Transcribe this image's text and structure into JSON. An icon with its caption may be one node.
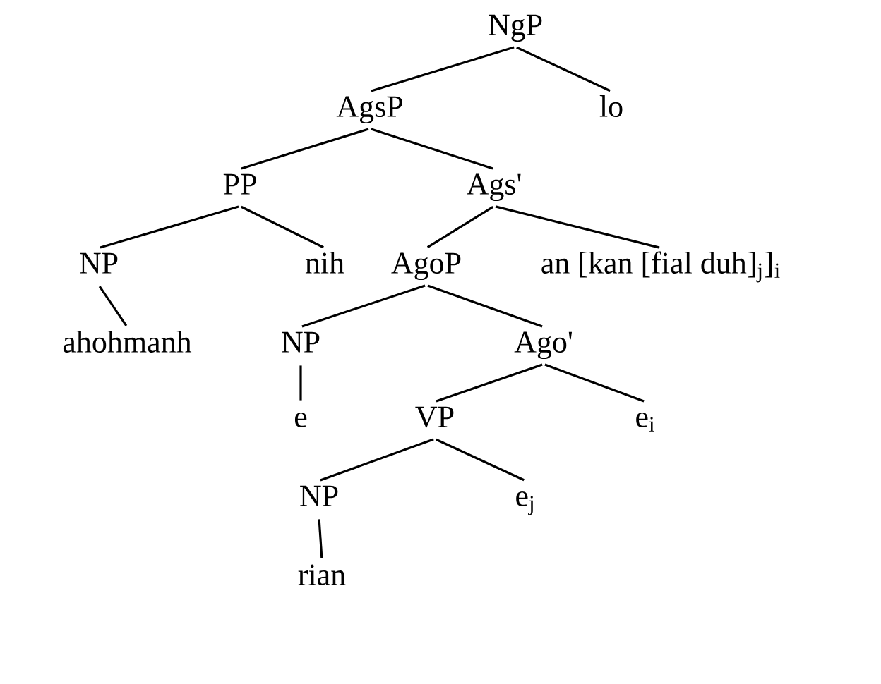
{
  "diagram": {
    "nodes": [
      {
        "text": [
          "NgP"
        ]
      },
      {
        "text": [
          "AgsP"
        ]
      },
      {
        "text": [
          "lo"
        ]
      },
      {
        "text": [
          "PP"
        ]
      },
      {
        "text": [
          "Ags'"
        ]
      },
      {
        "text": [
          "NP"
        ]
      },
      {
        "text": [
          "nih"
        ]
      },
      {
        "text": [
          "AgoP"
        ]
      },
      {
        "text": [
          "an [kan [fial duh]$_{j}$]$_{i}$"
        ]
      },
      {
        "text": [
          "ahohmanh"
        ]
      },
      {
        "text": [
          "NP"
        ]
      },
      {
        "text": [
          "Ago'"
        ]
      },
      {
        "text": [
          "e"
        ]
      },
      {
        "text": [
          "VP"
        ]
      },
      {
        "text": [
          "e$_{i}$"
        ]
      },
      {
        "text": [
          "NP"
        ]
      },
      {
        "text": [
          "e$_{j}$"
        ]
      },
      {
        "text": [
          "rian"
        ]
      }
    ],
    "edges": [
      {
        "from": 0,
        "to": 1,
        "arrow": "none"
      },
      {
        "from": 0,
        "to": 2,
        "arrow": "none"
      },
      {
        "from": 1,
        "to": 3,
        "arrow": "none"
      },
      {
        "from": 1,
        "to": 4,
        "arrow": "none"
      },
      {
        "from": 3,
        "to": 5,
        "arrow": "none"
      },
      {
        "from": 3,
        "to": 6,
        "arrow": "none"
      },
      {
        "from": 4,
        "to": 7,
        "arrow": "none"
      },
      {
        "from": 4,
        "to": 8,
        "arrow": "none"
      },
      {
        "from": 5,
        "to": 9,
        "arrow": "none"
      },
      {
        "from": 7,
        "to": 10,
        "arrow": "none"
      },
      {
        "from": 7,
        "to": 11,
        "arrow": "none"
      },
      {
        "from": 10,
        "to": 12,
        "arrow": "none"
      },
      {
        "from": 11,
        "to": 13,
        "arrow": "none"
      },
      {
        "from": 11,
        "to": 14,
        "arrow": "none"
      },
      {
        "from": 13,
        "to": 15,
        "arrow": "none"
      },
      {
        "from": 13,
        "to": 16,
        "arrow": "none"
      },
      {
        "from": 15,
        "to": 17,
        "arrow": "none"
      }
    ]
  }
}
